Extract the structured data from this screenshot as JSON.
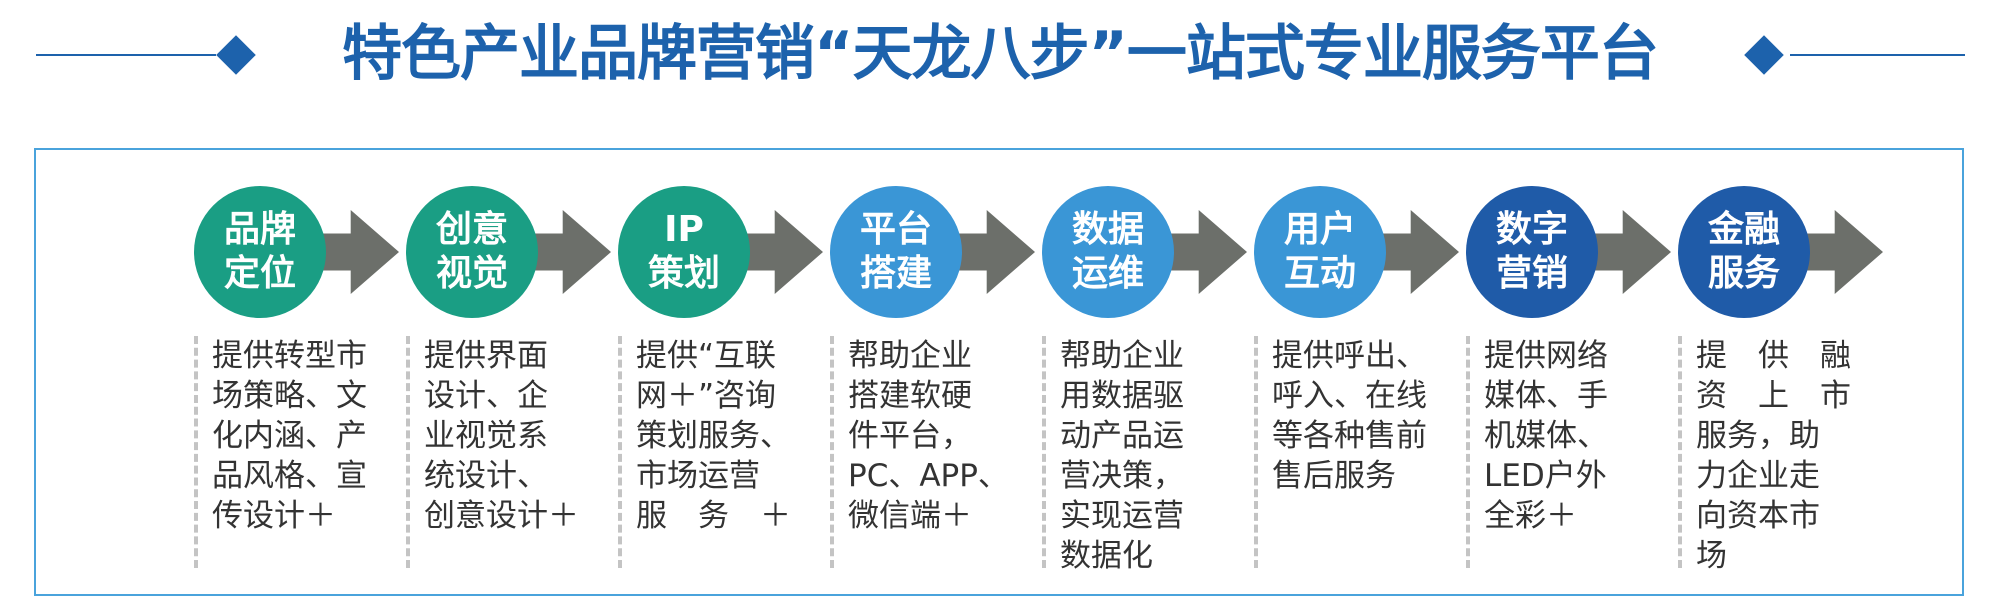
{
  "title": "特色产业品牌营销“天龙八步”一站式专业服务平台",
  "colors": {
    "title": "#1d62ac",
    "arrow": "#6c6f6a",
    "panel_border": "#4aa3dc",
    "divider": "#c4c4c4"
  },
  "steps": [
    {
      "name_lines": [
        "品牌",
        "定位"
      ],
      "color": "#1a9e84",
      "desc_lines": [
        "提供转型市",
        "场策略、文",
        "化内涵、产",
        "品风格、宣",
        "传设计＋"
      ]
    },
    {
      "name_lines": [
        "创意",
        "视觉"
      ],
      "color": "#1a9e84",
      "desc_lines": [
        "提供界面",
        "设计、企",
        "业视觉系",
        "统设计、",
        "创意设计＋"
      ]
    },
    {
      "name_lines": [
        "IP",
        "策划"
      ],
      "color": "#1a9e84",
      "desc_lines": [
        "提供“互联",
        "网＋”咨询",
        "策划服务、",
        "市场运营",
        "服　务　＋"
      ]
    },
    {
      "name_lines": [
        "平台",
        "搭建"
      ],
      "color": "#3a96d6",
      "desc_lines": [
        "帮助企业",
        "搭建软硬",
        "件平台，",
        "PC、APP、",
        "微信端＋"
      ]
    },
    {
      "name_lines": [
        "数据",
        "运维"
      ],
      "color": "#3a96d6",
      "desc_lines": [
        "帮助企业",
        "用数据驱",
        "动产品运",
        "营决策，",
        "实现运营",
        "数据化"
      ]
    },
    {
      "name_lines": [
        "用户",
        "互动"
      ],
      "color": "#3a96d6",
      "desc_lines": [
        "提供呼出、",
        "呼入、在线",
        "等各种售前",
        "售后服务"
      ]
    },
    {
      "name_lines": [
        "数字",
        "营销"
      ],
      "color": "#1f5ba8",
      "desc_lines": [
        "提供网络",
        "媒体、手",
        "机媒体、",
        "LED户外",
        "全彩＋"
      ]
    },
    {
      "name_lines": [
        "金融",
        "服务"
      ],
      "color": "#1f5ba8",
      "desc_lines": [
        "提　供　融",
        "资　上　市",
        "服务，助",
        "力企业走",
        "向资本市",
        "场"
      ]
    }
  ]
}
